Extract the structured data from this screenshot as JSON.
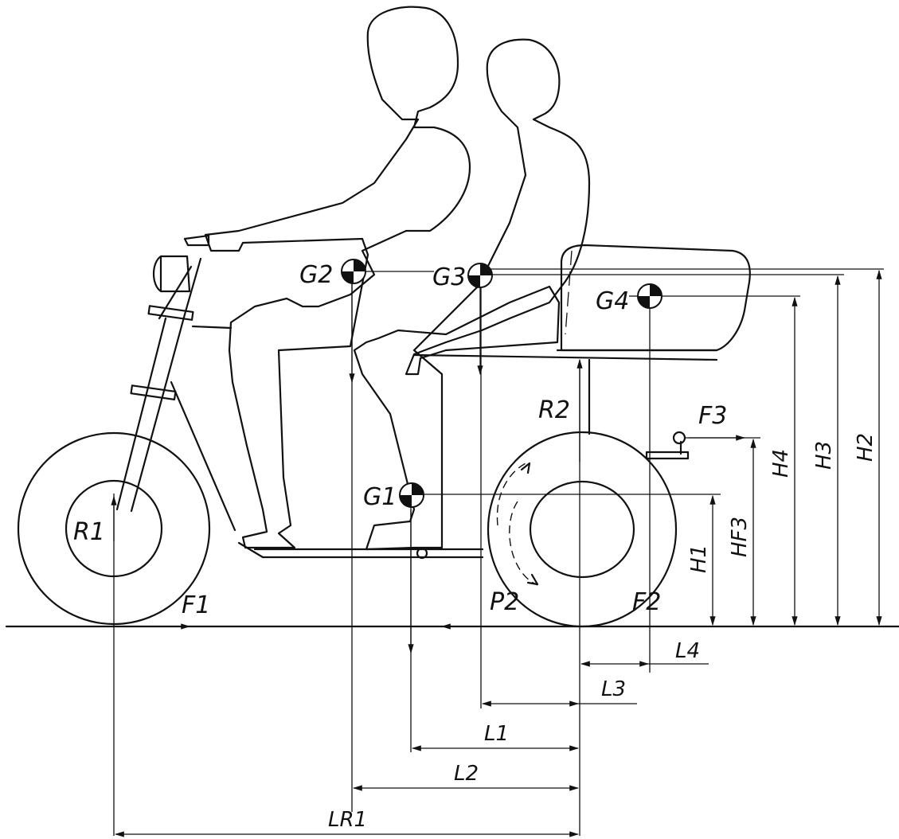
{
  "labels": {
    "G1": "G1",
    "G2": "G2",
    "G3": "G3",
    "G4": "G4",
    "R1": "R1",
    "R2": "R2",
    "F1": "F1",
    "F2": "F2",
    "F3": "F3",
    "P2": "P2",
    "H1": "H1",
    "H2": "H2",
    "H3": "H3",
    "H4": "H4",
    "HF3": "HF3",
    "L1": "L1",
    "L2": "L2",
    "L3": "L3",
    "L4": "L4",
    "LR1": "LR1"
  },
  "colors": {
    "line": "#111111",
    "background": "#ffffff"
  }
}
